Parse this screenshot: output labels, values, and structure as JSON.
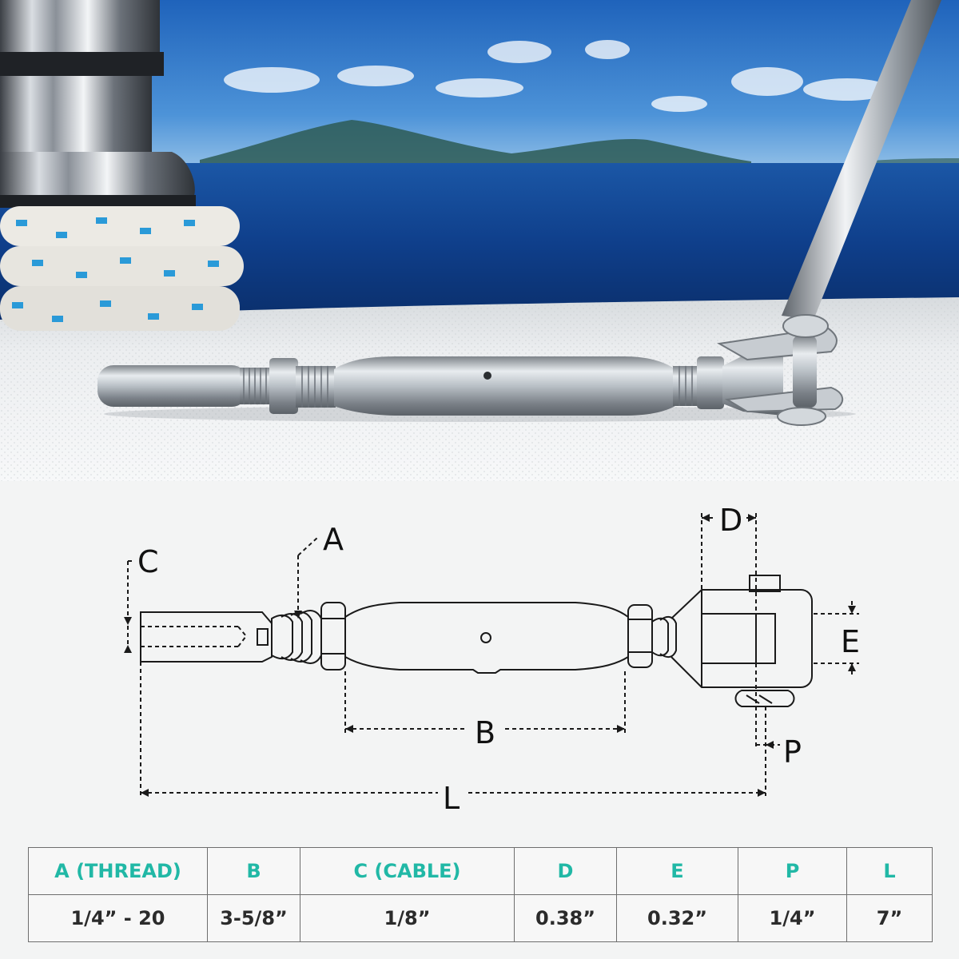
{
  "diagram": {
    "labels": {
      "A": "A",
      "B": "B",
      "C": "C",
      "D": "D",
      "E": "E",
      "P": "P",
      "L": "L"
    }
  },
  "table": {
    "headers": [
      "A (THREAD)",
      "B",
      "C (CABLE)",
      "D",
      "E",
      "P",
      "L"
    ],
    "values": [
      "1/4” - 20",
      "3-5/8”",
      "1/8”",
      "0.38”",
      "0.32”",
      "1/4”",
      "7”"
    ]
  },
  "colors": {
    "header_text": "#21b8a6",
    "value_text": "#2b2b2b",
    "table_border": "#6e6e6e",
    "sea": "#123f88",
    "sky": "#2f78c8",
    "deck": "#e9ecee",
    "rope_accent": "#2a9ad8"
  }
}
